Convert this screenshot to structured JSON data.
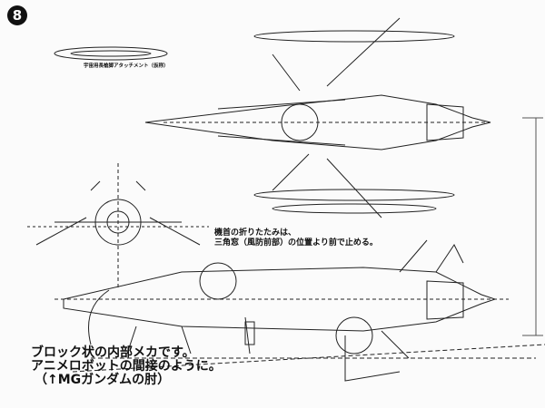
{
  "badge": "8",
  "caption": "宇宙用長槍脚アタッチメント（仮称）",
  "note": [
    "機首の折りたたみは、",
    "三角窓（風防前部）の位置より前で止める。"
  ],
  "memo": [
    "ブロック状の内部メカです。",
    "アニメロボットの間接のように。",
    "（↑MGガンダムの肘）"
  ]
}
